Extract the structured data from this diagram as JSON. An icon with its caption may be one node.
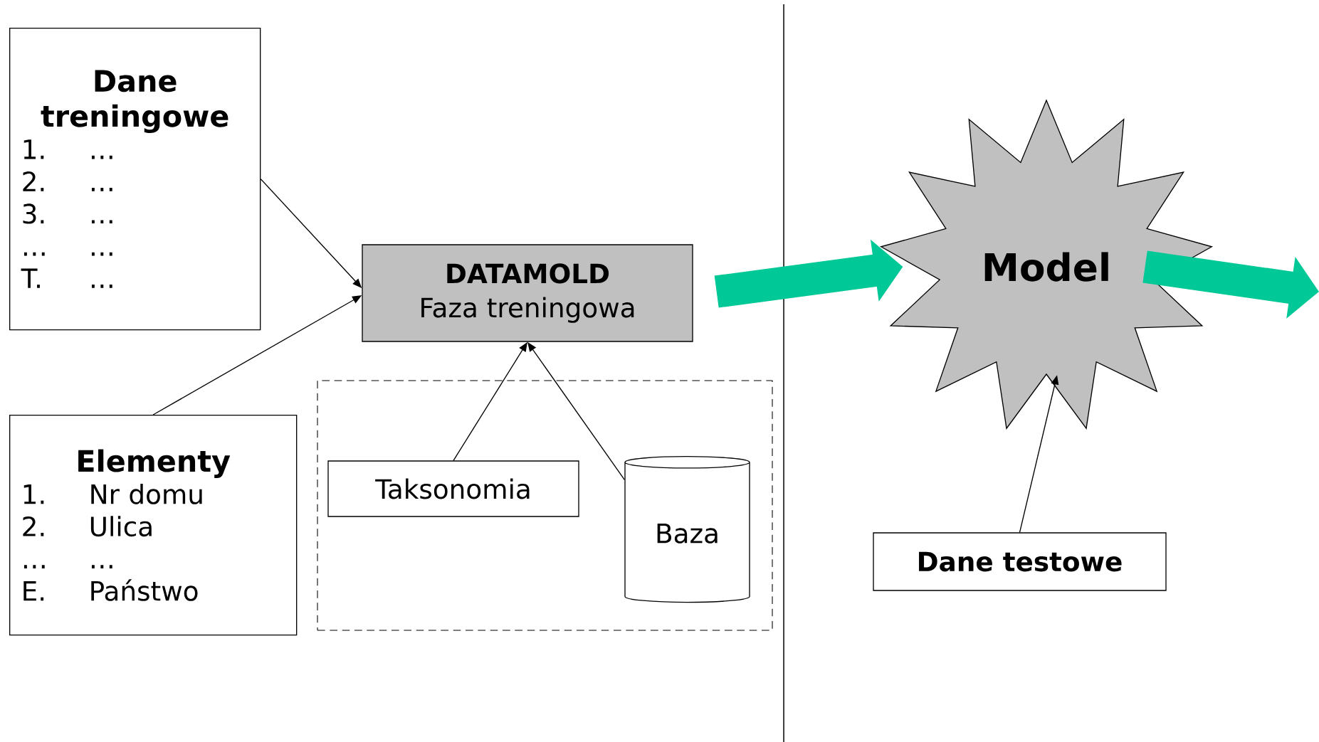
{
  "diagram": {
    "nodes": [
      {
        "text": [
          "Dane treningowe",
          "1.",
          "…",
          "2.",
          "…",
          "3.",
          "…",
          "…",
          "…",
          "T.",
          "…"
        ]
      },
      {
        "text": [
          "Elementy",
          "1.",
          "Nr domu",
          "2.",
          "Ulica",
          "…",
          "…",
          "E.",
          "Państwo"
        ]
      },
      {
        "text": [
          "DATAMOLD",
          "Faza treningowa"
        ]
      },
      {
        "text": [],
        "shape": "box"
      },
      {
        "text": [
          "Taksonomia"
        ],
        "in": 3
      },
      {
        "text": [
          "Baza"
        ],
        "in": 3
      },
      {
        "text": [
          "Model"
        ]
      },
      {
        "text": [
          "Dane testowe"
        ]
      }
    ],
    "edges": [
      {
        "from": 0,
        "to": 2,
        "arrow": "to"
      },
      {
        "from": 1,
        "to": 2,
        "arrow": "to"
      },
      {
        "from": 4,
        "to": 2,
        "arrow": "to"
      },
      {
        "from": 5,
        "to": 2,
        "arrow": "to"
      },
      {
        "from": 2,
        "to": 6,
        "arrow": "to",
        "style": "thick",
        "color": "#00c896"
      },
      {
        "from": 6,
        "to": null,
        "arrow": "to",
        "style": "thick",
        "color": "#00c896"
      },
      {
        "from": 7,
        "to": 6,
        "arrow": "to"
      }
    ]
  }
}
